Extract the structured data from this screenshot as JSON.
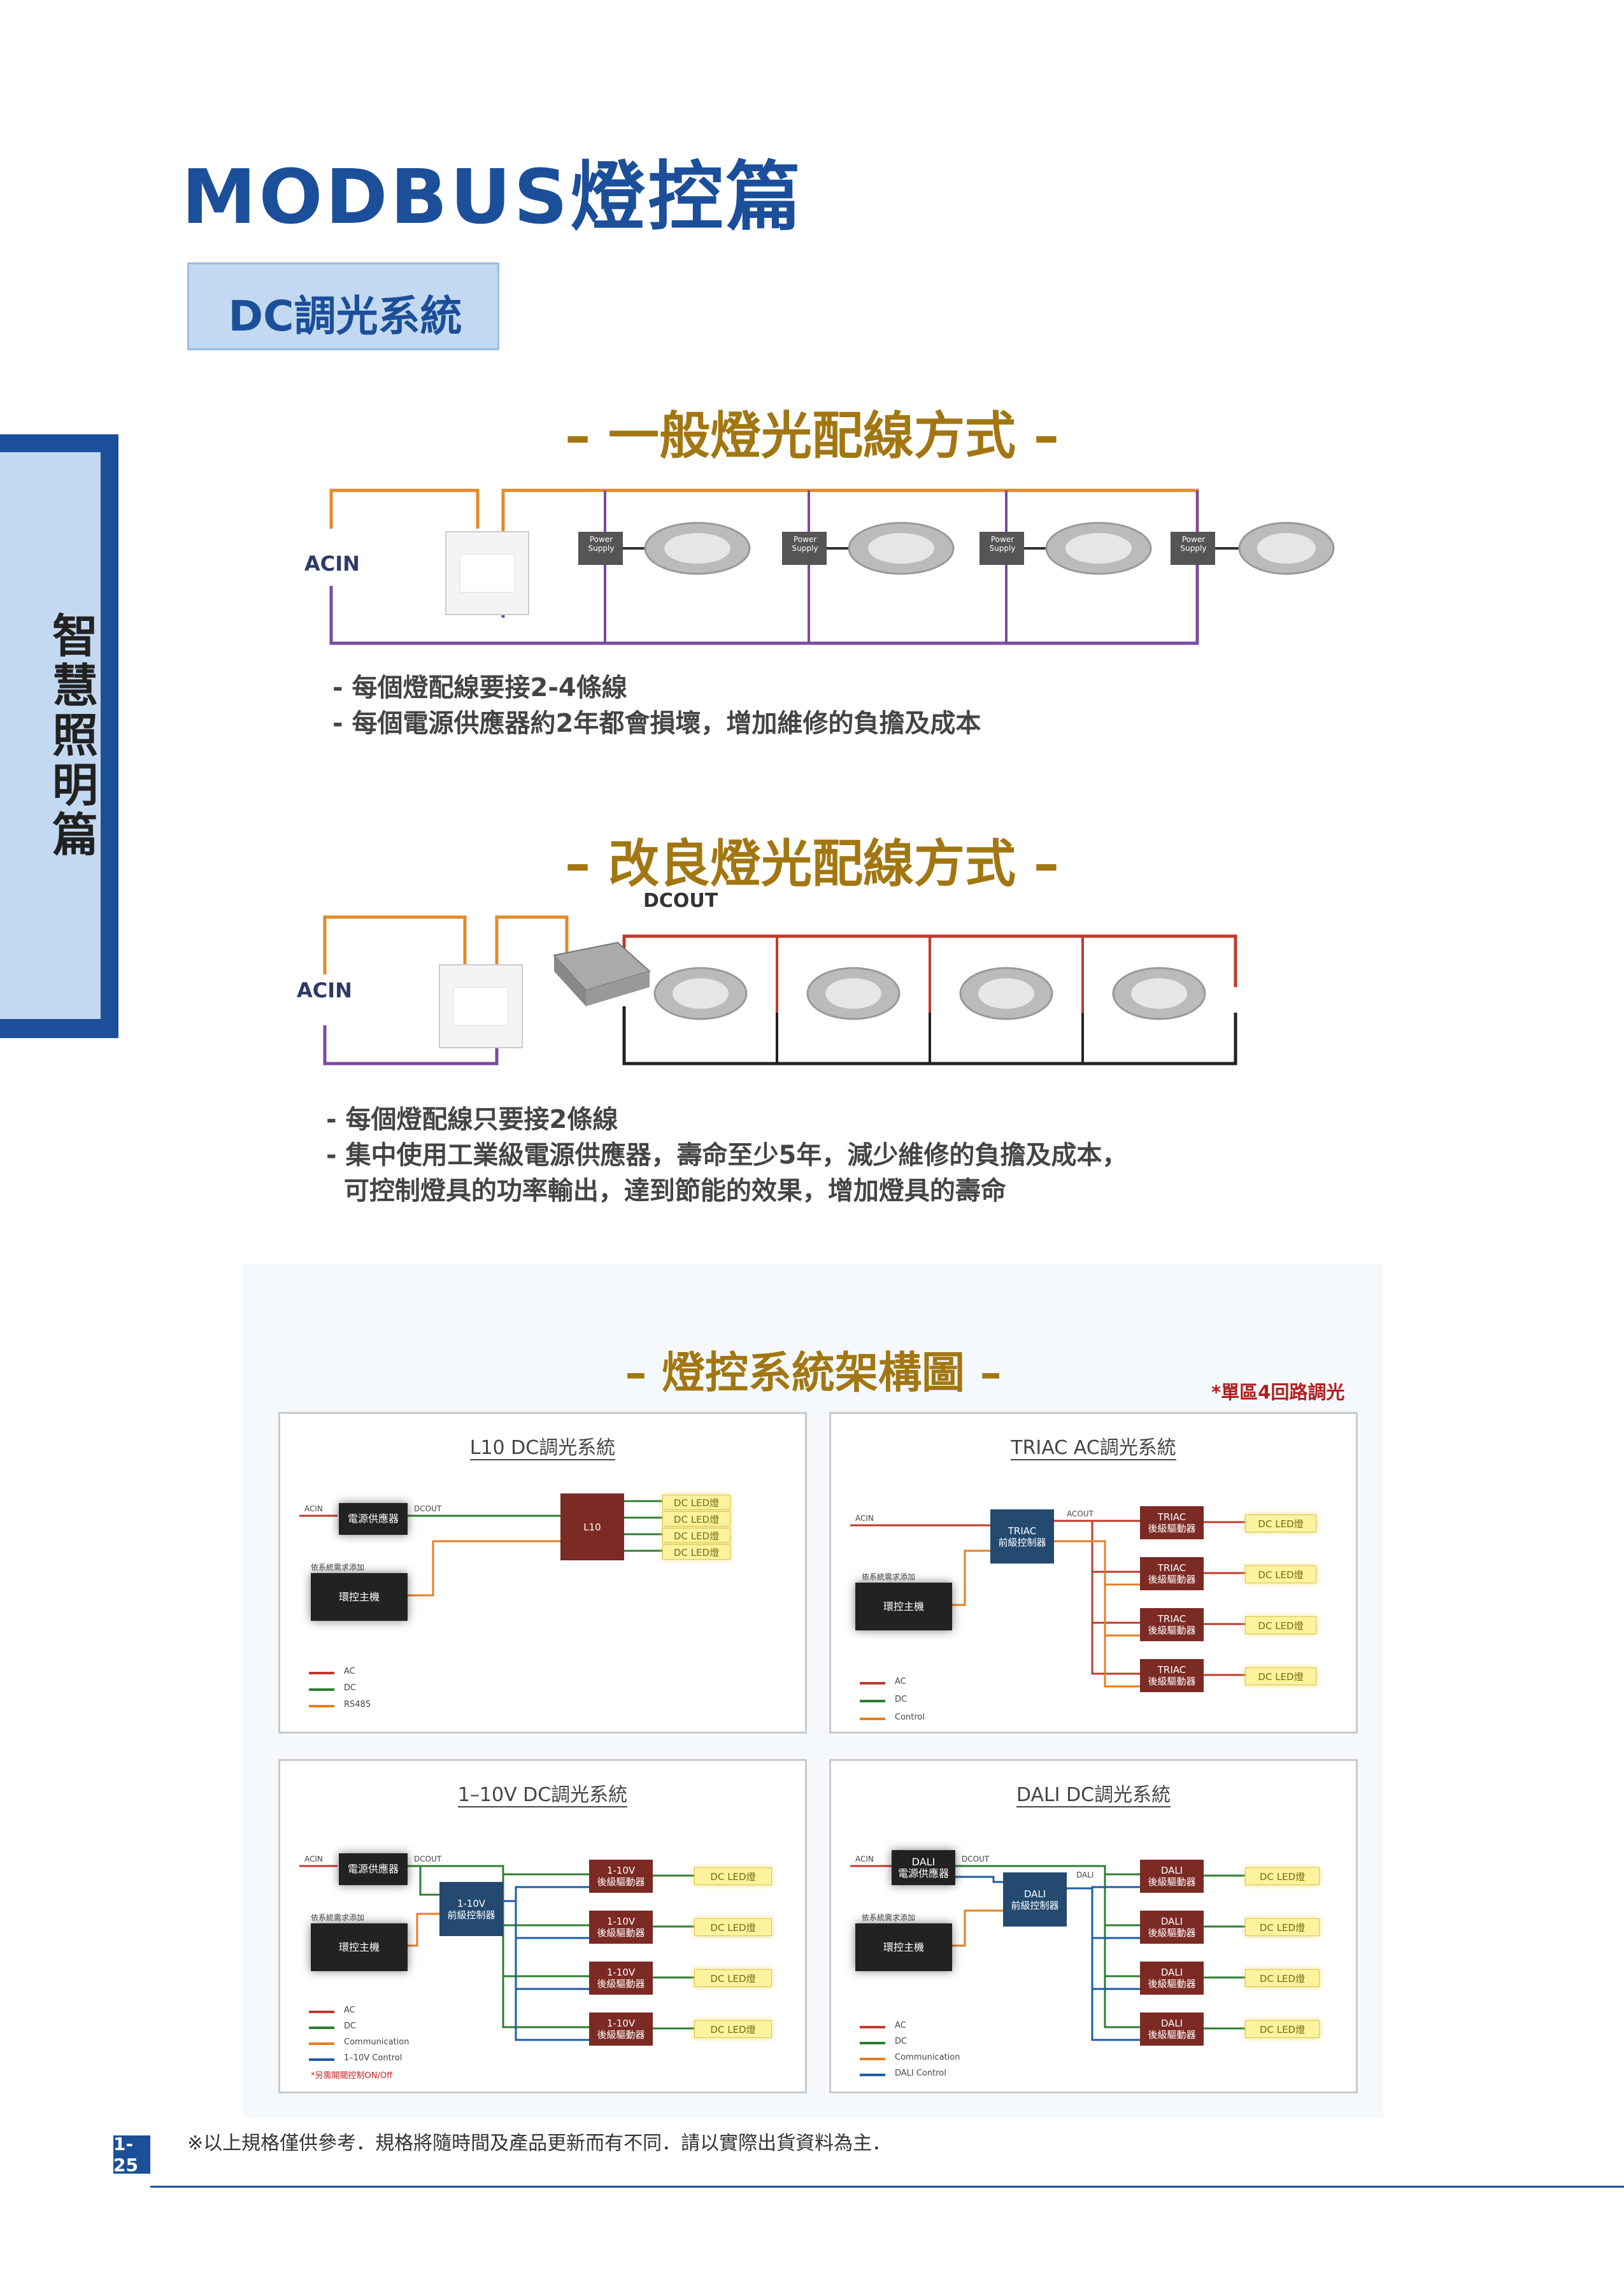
{
  "header": {
    "main_title": "MODBUS燈控篇",
    "subtitle": "DC調光系統"
  },
  "side_tab": {
    "label": "智慧照明篇"
  },
  "section1": {
    "title": "– 一般燈光配線方式 –",
    "acin": "ACIN",
    "power_supply_label": "Power Supply",
    "notes": [
      "- 每個燈配線要接2-4條線",
      "- 每個電源供應器約2年都會損壞，增加維修的負擔及成本"
    ]
  },
  "section2": {
    "title": "– 改良燈光配線方式 –",
    "acin": "ACIN",
    "dcout": "DCOUT",
    "notes": [
      "- 每個燈配線只要接2條線",
      "- 集中使用工業級電源供應器，壽命至少5年，減少維修的負擔及成本，",
      "  可控制燈具的功率輸出，達到節能的效果，增加燈具的壽命"
    ]
  },
  "architecture": {
    "title": "– 燈控系統架構圖 –",
    "note": "*單區4回路調光",
    "panel_l10": {
      "title": "L10 DC調光系統",
      "acin": "ACIN",
      "power_supply": "電源供應器",
      "dcout": "DCOUT",
      "controller": "L10",
      "leds": [
        "DC LED燈",
        "DC LED燈",
        "DC LED燈",
        "DC LED燈"
      ],
      "host_note": "依系統需求添加",
      "host": "環控主機",
      "legend": [
        "AC",
        "DC",
        "RS485"
      ]
    },
    "panel_triac": {
      "title": "TRIAC AC調光系統",
      "acin": "ACIN",
      "acout": "ACOUT",
      "front_controller": "TRIAC\n前級控制器",
      "host_note": "依系統需求添加",
      "host": "環控主機",
      "drivers": [
        "TRIAC\n後級驅動器",
        "TRIAC\n後級驅動器",
        "TRIAC\n後級驅動器",
        "TRIAC\n後級驅動器"
      ],
      "leds": [
        "DC LED燈",
        "DC LED燈",
        "DC LED燈",
        "DC LED燈"
      ],
      "legend": [
        "AC",
        "DC",
        "Control"
      ]
    },
    "panel_110v": {
      "title": "1–10V DC調光系統",
      "acin": "ACIN",
      "power_supply": "電源供應器",
      "dcout": "DCOUT",
      "host_note": "依系統需求添加",
      "host": "環控主機",
      "front_controller": "1-10V\n前級控制器",
      "drivers": [
        "1-10V\n後級驅動器",
        "1-10V\n後級驅動器",
        "1-10V\n後級驅動器",
        "1-10V\n後級驅動器"
      ],
      "leds": [
        "DC LED燈",
        "DC LED燈",
        "DC LED燈",
        "DC LED燈"
      ],
      "legend": [
        "AC",
        "DC",
        "Communication",
        "1–10V Control"
      ],
      "footnote": "*另需開關控制ON/Off"
    },
    "panel_dali": {
      "title": "DALI DC調光系統",
      "acin": "ACIN",
      "power_supply": "DALI\n電源供應器",
      "dcout": "DCOUT",
      "dali": "DALI",
      "host_note": "依系統需求添加",
      "host": "環控主機",
      "front_controller": "DALI\n前級控制器",
      "drivers": [
        "DALI\n後級驅動器",
        "DALI\n後級驅動器",
        "DALI\n後級驅動器",
        "DALI\n後級驅動器"
      ],
      "leds": [
        "DC LED燈",
        "DC LED燈",
        "DC LED燈",
        "DC LED燈"
      ],
      "legend": [
        "AC",
        "DC",
        "Communication",
        "DALI Control"
      ]
    }
  },
  "footer": {
    "page": "1-25",
    "disclaimer": "※以上規格僅供參考．規格將隨時間及產品更新而有不同．請以實際出貨資料為主．"
  },
  "colors": {
    "brand_blue": "#1c4f9a",
    "light_blue": "#c3d9f1",
    "gold": "#a27712",
    "ac_red": "#c0392b",
    "dc_green": "#2e7d32",
    "comm_orange": "#e67e22",
    "control_blue": "#1e5aa8"
  }
}
